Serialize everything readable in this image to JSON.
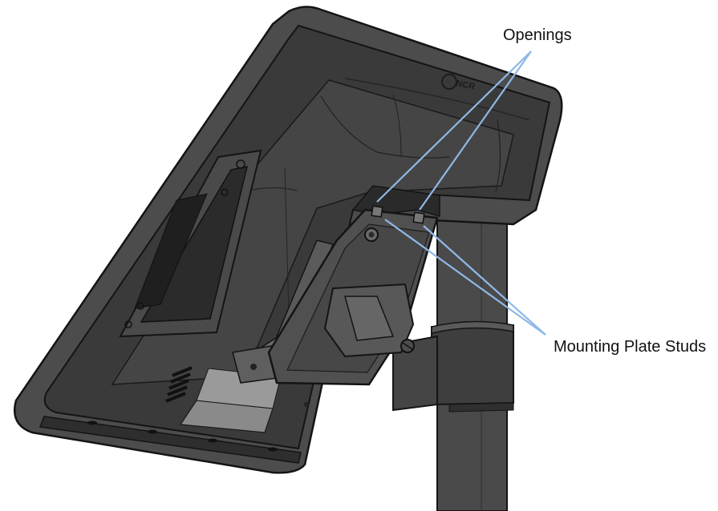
{
  "labels": {
    "openings": "Openings",
    "studs": "Mounting Plate Studs"
  },
  "logo_text": "NCR",
  "colors": {
    "callout_line": "#8fb8e6",
    "device_dark": "#3a3a3a",
    "device_mid": "#555555",
    "pole": "#4a4a4a",
    "outline": "#141414"
  }
}
